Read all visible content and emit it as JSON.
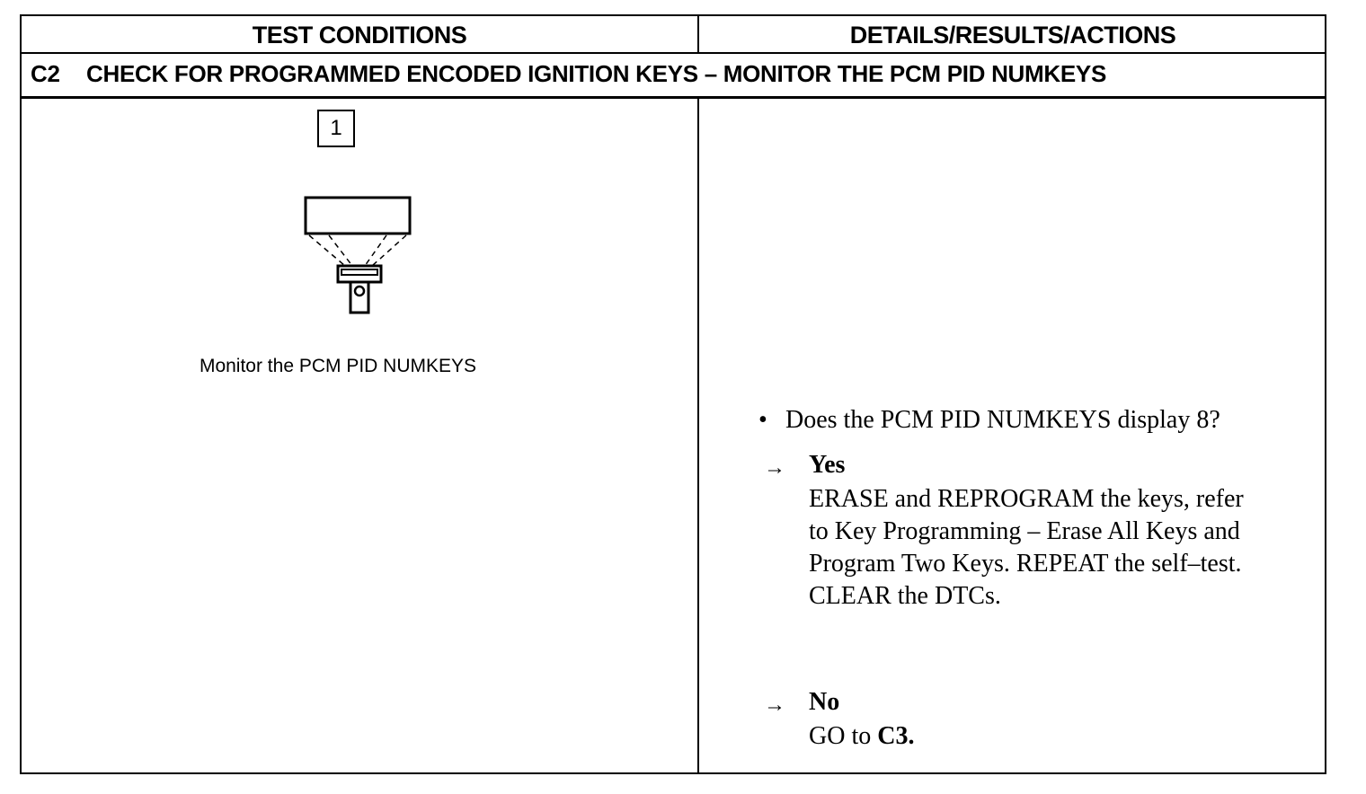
{
  "table": {
    "headers": {
      "left": "TEST CONDITIONS",
      "right": "DETAILS/RESULTS/ACTIONS"
    },
    "step": {
      "code": "C2",
      "title": "CHECK FOR PROGRAMMED ENCODED IGNITION KEYS – MONITOR THE PCM PID NUMKEYS"
    }
  },
  "test_conditions": {
    "step_number": "1",
    "icon": "scan-tool-icon",
    "caption": "Monitor the PCM PID NUMKEYS"
  },
  "details": {
    "question": "Does the PCM PID NUMKEYS display 8?",
    "arrow_symbol": "→",
    "yes": {
      "label": "Yes",
      "lines": [
        "ERASE and REPROGRAM the keys, refer",
        "to Key Programming – Erase All Keys and",
        "Program Two Keys. REPEAT the self–test.",
        "CLEAR the DTCs."
      ]
    },
    "no": {
      "label": "No",
      "text_prefix": "GO to ",
      "target": "C3."
    }
  }
}
